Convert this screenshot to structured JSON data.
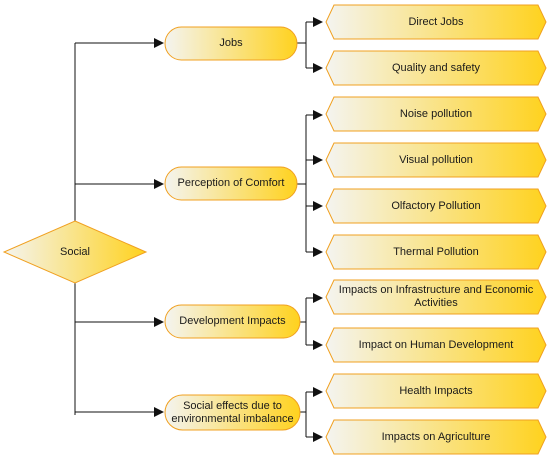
{
  "root": {
    "label": "Social"
  },
  "categories": [
    {
      "label": "Jobs",
      "items": [
        "Direct Jobs",
        "Quality and safety"
      ]
    },
    {
      "label": "Perception of Comfort",
      "items": [
        "Noise pollution",
        "Visual pollution",
        "Olfactory Pollution",
        "Thermal Pollution"
      ]
    },
    {
      "label": "Development Impacts",
      "items": [
        "Impacts on Infrastructure and Economic Activities",
        "Impact on Human Development"
      ]
    },
    {
      "label": "Social effects due to environmental imbalance",
      "items": [
        "Health Impacts",
        "Impacts on Agriculture"
      ]
    }
  ],
  "colors": {
    "fill_light": "#f4f4f0",
    "fill_dark": "#ffd21e",
    "stroke": "#f0a020",
    "connector": "#111111"
  }
}
